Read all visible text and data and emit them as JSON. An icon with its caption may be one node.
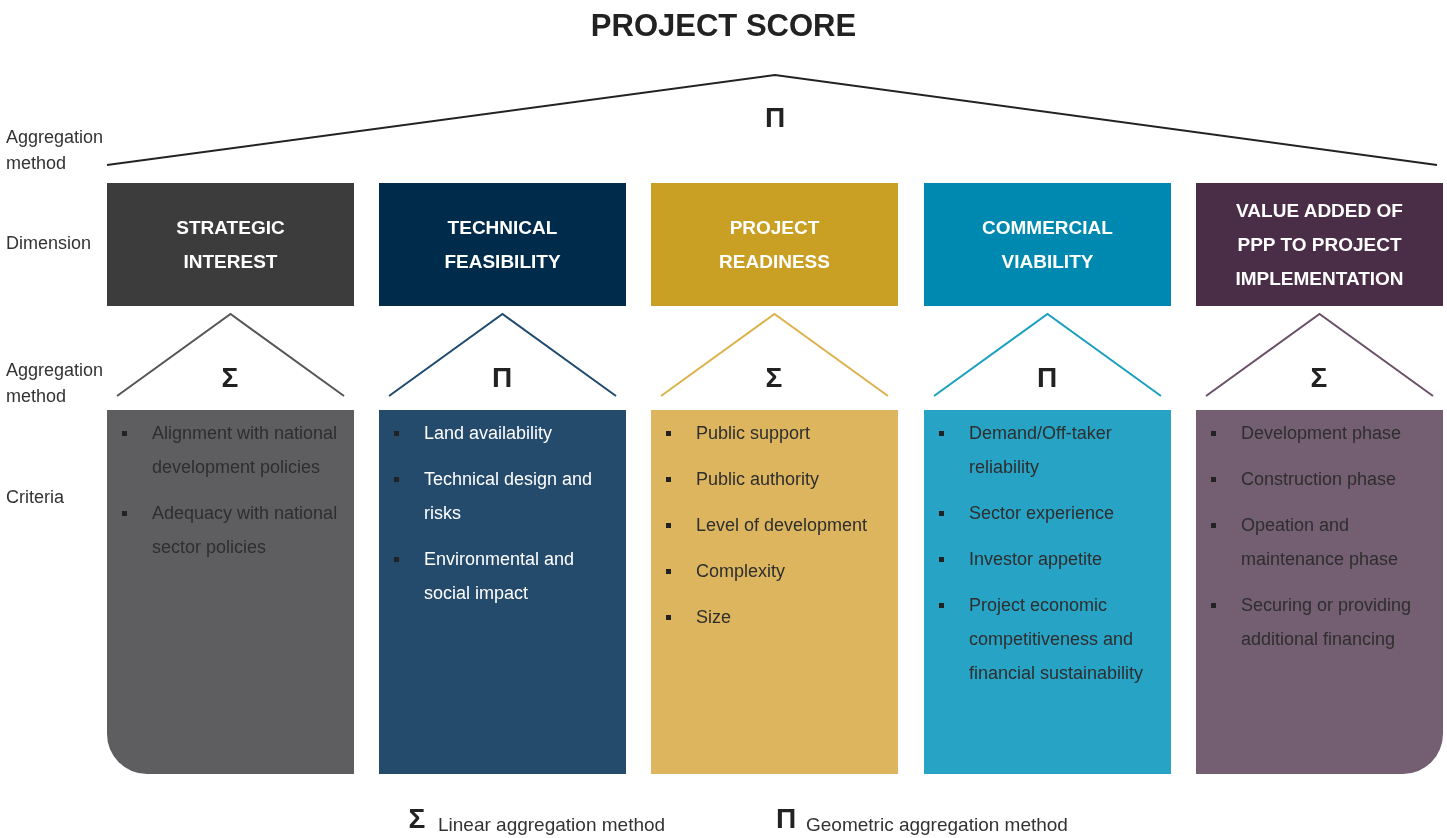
{
  "diagram": {
    "title": "PROJECT SCORE",
    "nodes": [
      {
        "text": [
          "STRATEGIC INTEREST"
        ]
      },
      {
        "text": [
          "TECHNICAL FEASIBILITY"
        ]
      },
      {
        "text": [
          "PROJECT READINESS"
        ]
      },
      {
        "text": [
          "COMMERCIAL VIABILITY"
        ]
      },
      {
        "text": [
          "VALUE ADDED OF PPP TO PROJECT IMPLEMENTATION"
        ]
      },
      {
        "text": [
          "Alignment with national development policies",
          "Adequacy with national sector policies"
        ]
      },
      {
        "text": [
          "Land availability",
          "Technical design and risks",
          "Environmental and social impact"
        ]
      },
      {
        "text": [
          "Public support",
          "Public authority",
          "Level of development",
          "Complexity",
          "Size"
        ]
      },
      {
        "text": [
          "Demand/Off-taker reliability",
          "Sector experience",
          "Investor appetite",
          "Project economic competitiveness and financial sustainability"
        ]
      },
      {
        "text": [
          "Development phase",
          "Construction phase",
          "Opeation and maintenance phase",
          "Securing or providing additional financing"
        ]
      }
    ],
    "edges": [],
    "labels": [
      "Aggregation method",
      "Π",
      "Dimension",
      "Aggregation method",
      "Σ",
      "Π",
      "Σ",
      "Π",
      "Σ",
      "Criteria",
      "Σ",
      "Π"
    ],
    "legend": [
      {
        "text": "Linear aggregation method"
      },
      {
        "text": "Geometric aggregation method"
      }
    ]
  }
}
